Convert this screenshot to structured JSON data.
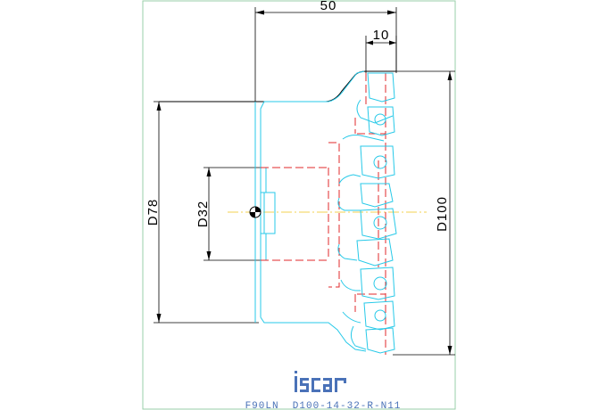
{
  "dimensions": {
    "width_overall": "50",
    "insert_depth": "10",
    "body_diameter": "D78",
    "bore_diameter": "D32",
    "cutting_diameter": "D100"
  },
  "logo": {
    "brand": "iscar"
  },
  "designation": "F90LN  D100-14-32-R-N11",
  "colors": {
    "frame": "#9acfa8",
    "dimension": "#000000",
    "body_outline": "#27c9e8",
    "hidden_lines": "#e0282b",
    "centerline": "#f0c419",
    "caption": "#4a72b8"
  }
}
